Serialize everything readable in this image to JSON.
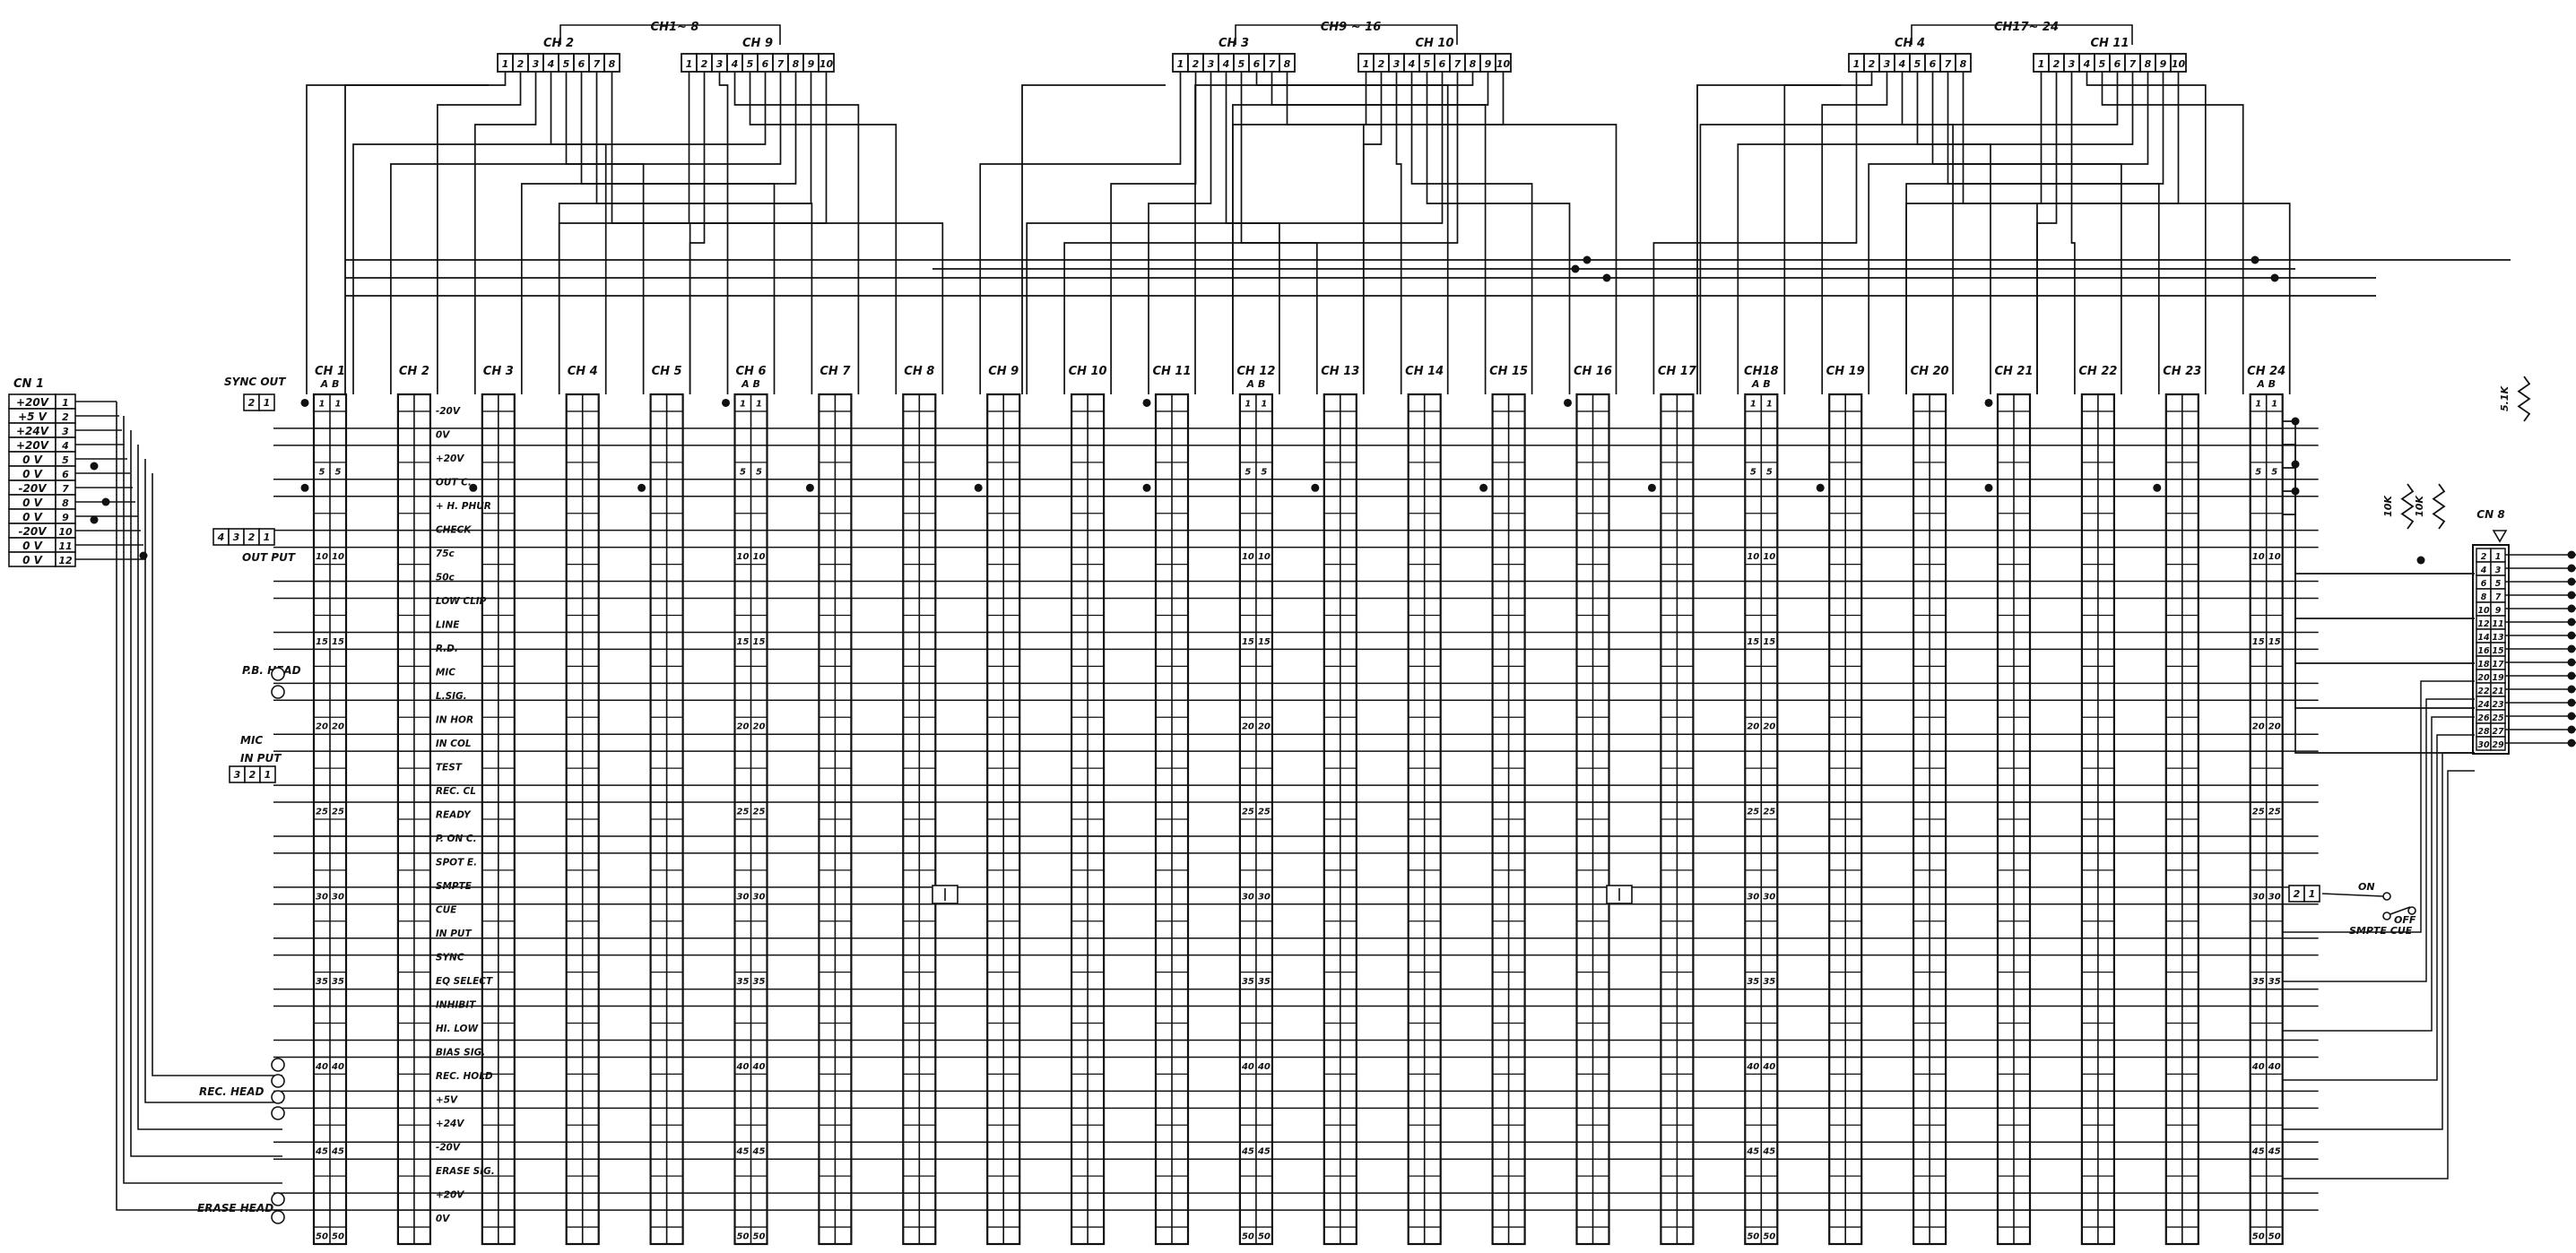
{
  "colors": {
    "ink": "#111111",
    "paper": "#ffffff",
    "grid_fill": "#ffffff"
  },
  "top_connectors": [
    {
      "group": "CH1~ 8",
      "blocks": [
        {
          "label": "CH 2",
          "cells": [
            "1",
            "2",
            "3",
            "4",
            "5",
            "6",
            "7",
            "8"
          ]
        },
        {
          "label": "CH 9",
          "cells": [
            "1",
            "2",
            "3",
            "4",
            "5",
            "6",
            "7",
            "8",
            "9",
            "10"
          ]
        }
      ]
    },
    {
      "group": "CH9 ~ 16",
      "blocks": [
        {
          "label": "CH 3",
          "cells": [
            "1",
            "2",
            "3",
            "4",
            "5",
            "6",
            "7",
            "8"
          ]
        },
        {
          "label": "CH 10",
          "cells": [
            "1",
            "2",
            "3",
            "4",
            "5",
            "6",
            "7",
            "8",
            "9",
            "10"
          ]
        }
      ]
    },
    {
      "group": "CH17~ 24",
      "blocks": [
        {
          "label": "CH 4",
          "cells": [
            "1",
            "2",
            "3",
            "4",
            "5",
            "6",
            "7",
            "8"
          ]
        },
        {
          "label": "CH 11",
          "cells": [
            "1",
            "2",
            "3",
            "4",
            "5",
            "6",
            "7",
            "8",
            "9",
            "10"
          ]
        }
      ]
    }
  ],
  "channels": [
    "CH 1",
    "CH 2",
    "CH 3",
    "CH 4",
    "CH 5",
    "CH 6",
    "CH 7",
    "CH 8",
    "CH 9",
    "CH 10",
    "CH 11",
    "CH 12",
    "CH 13",
    "CH 14",
    "CH 15",
    "CH 16",
    "CH 17",
    "CH18",
    "CH 19",
    "CH 20",
    "CH 21",
    "CH 22",
    "CH 23",
    "CH 24"
  ],
  "channel_ab": "A B",
  "pin_numbers": [
    "1",
    "5",
    "10",
    "15",
    "20",
    "25",
    "30",
    "35",
    "40",
    "45",
    "50"
  ],
  "pin_marked_channels": [
    "CH 1",
    "CH 6",
    "CH 12",
    "CH18",
    "CH 24"
  ],
  "power_connector": {
    "label": "CN 1",
    "rows": [
      {
        "name": "+20V",
        "pin": "1"
      },
      {
        "name": "+5 V",
        "pin": "2"
      },
      {
        "name": "+24V",
        "pin": "3"
      },
      {
        "name": "+20V",
        "pin": "4"
      },
      {
        "name": "0 V",
        "pin": "5"
      },
      {
        "name": "0 V",
        "pin": "6"
      },
      {
        "name": "-20V",
        "pin": "7"
      },
      {
        "name": "0 V",
        "pin": "8"
      },
      {
        "name": "0 V",
        "pin": "9"
      },
      {
        "name": "-20V",
        "pin": "10"
      },
      {
        "name": "0 V",
        "pin": "11"
      },
      {
        "name": "0 V",
        "pin": "12"
      }
    ]
  },
  "sync_out": {
    "label": "SYNC OUT",
    "cells": [
      "2",
      "1"
    ]
  },
  "out_put": {
    "label": "OUT PUT",
    "cells": [
      "4",
      "3",
      "2",
      "1"
    ]
  },
  "in_put": {
    "label": "IN PUT",
    "mic": "MIC",
    "cells": [
      "3",
      "2",
      "1"
    ]
  },
  "pb_head": "P.B. HEAD",
  "rec_head": "REC. HEAD",
  "erase_head": "ERASE HEAD",
  "signal_labels": [
    "-20V",
    "0V",
    "+20V",
    "OUT C.",
    "+ H. PHUR",
    "CHECK",
    "75c",
    "50c",
    "LOW CLIP",
    "LINE",
    "R.D.",
    "MIC",
    "L.SIG.",
    "IN HOR",
    "IN COL",
    "TEST",
    "REC. CL",
    "READY",
    "P. ON C.",
    "SPOT E.",
    "SMPTE",
    "CUE",
    "IN PUT",
    "SYNC",
    "EQ SELECT",
    "INHIBIT",
    "HI. LOW",
    "BIAS SIG.",
    "REC. HOLD",
    "+5V",
    "+24V",
    "-20V",
    "ERASE SIG.",
    "+20V",
    "0V"
  ],
  "cn8": {
    "label": "CN 8",
    "cells": [
      "2",
      "1",
      "4",
      "3",
      "6",
      "5",
      "8",
      "7",
      "10",
      "9",
      "12",
      "11",
      "14",
      "13",
      "16",
      "15",
      "18",
      "17",
      "20",
      "19",
      "22",
      "21",
      "24",
      "23",
      "26",
      "25",
      "28",
      "27",
      "30",
      "29"
    ]
  },
  "resistors": [
    "10K",
    "10K",
    "5.1K"
  ],
  "smpte": {
    "label": "SMPTE CUE",
    "on": "ON",
    "off": "OFF",
    "cells": [
      "2",
      "1"
    ]
  }
}
